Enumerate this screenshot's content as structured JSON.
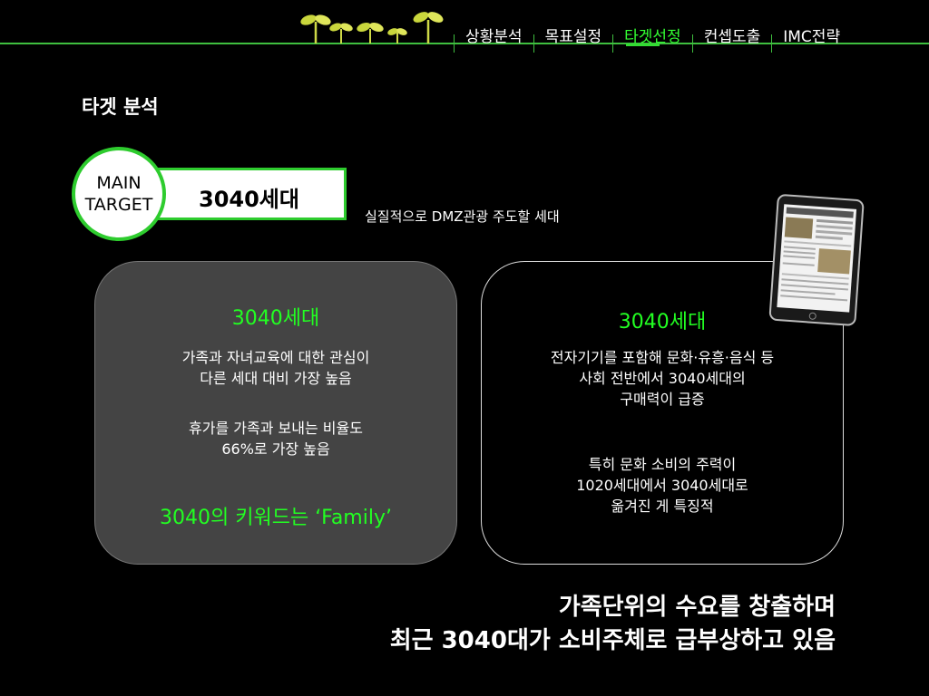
{
  "nav": {
    "items": [
      {
        "label": "상황분석",
        "active": false
      },
      {
        "label": "목표설정",
        "active": false
      },
      {
        "label": "타겟선정",
        "active": true
      },
      {
        "label": "컨셉도출",
        "active": false
      },
      {
        "label": "IMC전략",
        "active": false
      }
    ]
  },
  "section_title": "타겟 분석",
  "main_target": {
    "badge_line1": "MAIN",
    "badge_line2": "TARGET",
    "value": "3040세대",
    "description": "실질적으로 DMZ관광 주도할 세대"
  },
  "left_card": {
    "heading": "3040세대",
    "para1_line1": "가족과 자녀교육에 대한 관심이",
    "para1_line2": "다른 세대 대비 가장 높음",
    "para2_line1": "휴가를 가족과 보내는 비율도",
    "para2_line2": "66%로 가장 높음",
    "keyword": "3040의 키워드는 ‘Family’"
  },
  "right_card": {
    "heading": "3040세대",
    "para1_line1": "전자기기를 포함해 문화·유흥·음식 등",
    "para1_line2": "사회 전반에서 3040세대의",
    "para1_line3": "구매력이 급증",
    "para2_line1": "특히 문화 소비의 주력이",
    "para2_line2": "1020세대에서 3040세대로",
    "para2_line3": "옮겨진 게 특징적"
  },
  "conclusion": {
    "line1": "가족단위의 수요를 창출하며",
    "line2": "최근 3040대가 소비주체로 급부상하고 있음"
  },
  "colors": {
    "accent": "#22ff22",
    "border_green": "#2ecc2e",
    "card_gray": "#444444",
    "background": "#000000"
  },
  "icons": [
    "sprout-icon",
    "tablet-image"
  ]
}
